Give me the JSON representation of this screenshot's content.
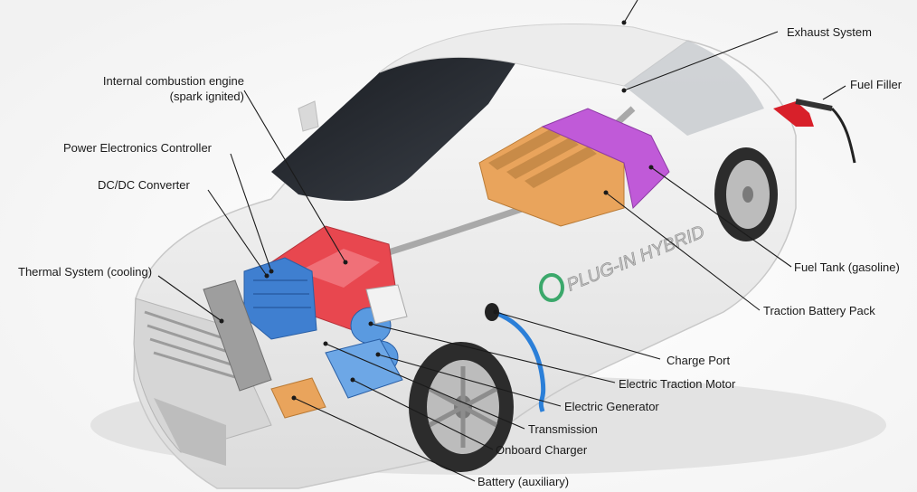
{
  "labels": {
    "internal_combustion_engine": "Internal combustion engine",
    "spark_ignited": "(spark ignited)",
    "power_electronics_controller": "Power Electronics Controller",
    "dcdc_converter": "DC/DC Converter",
    "thermal_system": "Thermal System (cooling)",
    "exhaust_system": "Exhaust System",
    "fuel_filler": "Fuel Filler",
    "fuel_tank": "Fuel Tank (gasoline)",
    "traction_battery_pack": "Traction Battery Pack",
    "charge_port": "Charge Port",
    "electric_traction_motor": "Electric Traction Motor",
    "electric_generator": "Electric Generator",
    "transmission": "Transmission",
    "onboard_charger": "Onboard Charger",
    "battery_auxiliary": "Battery (auxiliary)"
  },
  "car_decal": "PLUG-IN HYBRID",
  "colors": {
    "engine": "#e8474f",
    "power_electronics": "#3f7fd0",
    "traction_battery": "#e9a45c",
    "fuel_tank": "#c05ad8",
    "body": "#f4f4f4",
    "decal_accent": "#3ba86b"
  }
}
